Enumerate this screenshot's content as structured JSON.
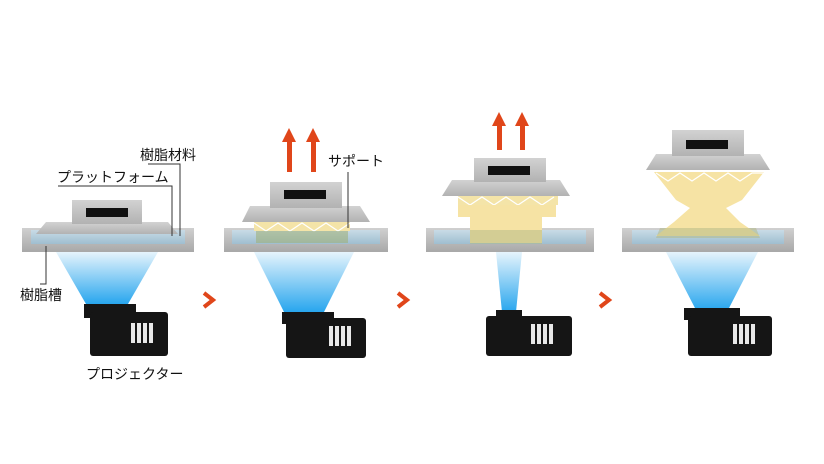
{
  "labels": {
    "resin_material": "樹脂材料",
    "platform": "プラットフォーム",
    "resin_tank": "樹脂槽",
    "support": "サポート",
    "projector": "プロジェクター"
  },
  "stages": [
    {
      "id": 1,
      "step": "setup"
    },
    {
      "id": 2,
      "step": "first-layers"
    },
    {
      "id": 3,
      "step": "growing"
    },
    {
      "id": 4,
      "step": "complete"
    }
  ],
  "colors": {
    "arrow": "#e0461a",
    "next_chevron": "#e0461a",
    "tank_gray": "#b9b9b9",
    "resin": "#a9c6d6",
    "support": "#f6e3a4",
    "projector": "#151515",
    "beam": "#4fb8f0",
    "platform": "#c4c4c4"
  }
}
